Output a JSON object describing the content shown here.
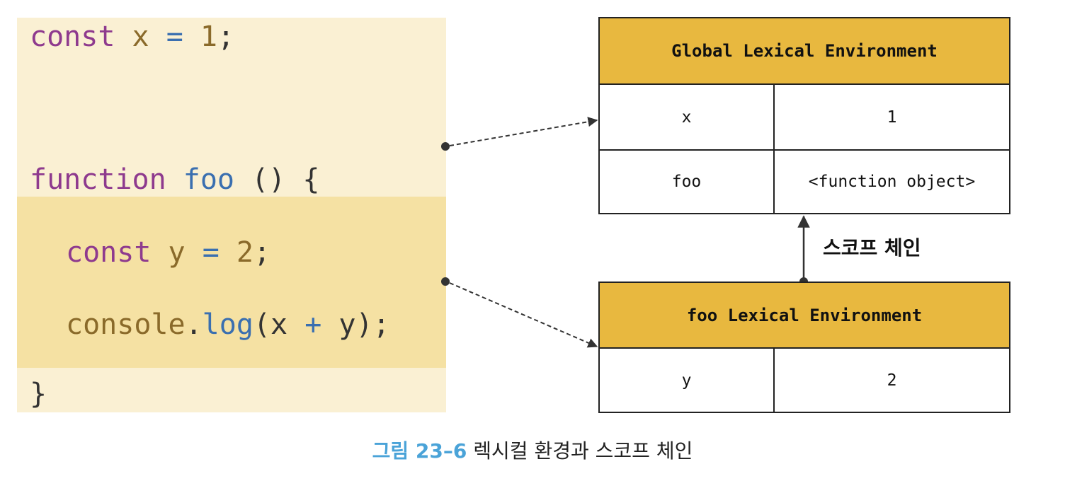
{
  "code": {
    "line1": {
      "kw": "const",
      "var": "x",
      "op": "=",
      "num": "1",
      "end": ";"
    },
    "line2": {
      "kw": "function",
      "fn": "foo",
      "rest": "() {"
    },
    "line3": {
      "kw": "const",
      "var": "y",
      "op": "=",
      "num": "2",
      "end": ";"
    },
    "line4": {
      "obj": "console",
      "dot": ".",
      "fn": "log",
      "open": "(x",
      "op": "+",
      "close": "y);"
    },
    "line5": {
      "brace": "}"
    }
  },
  "global_env": {
    "title": "Global Lexical Environment",
    "rows": [
      {
        "name": "x",
        "value": "1"
      },
      {
        "name": "foo",
        "value": "<function object>"
      }
    ]
  },
  "foo_env": {
    "title": "foo Lexical Environment",
    "rows": [
      {
        "name": "y",
        "value": "2"
      }
    ]
  },
  "scope_chain_label": "스코프 체인",
  "caption": {
    "figure": "그림 23–6",
    "text": "렉시컬 환경과 스코프 체인"
  },
  "colors": {
    "header_fill": "#e8b83f",
    "code_outer_bg": "#faf0d3",
    "code_inner_bg": "#f5e1a3",
    "caption_accent": "#4aa3d8"
  }
}
